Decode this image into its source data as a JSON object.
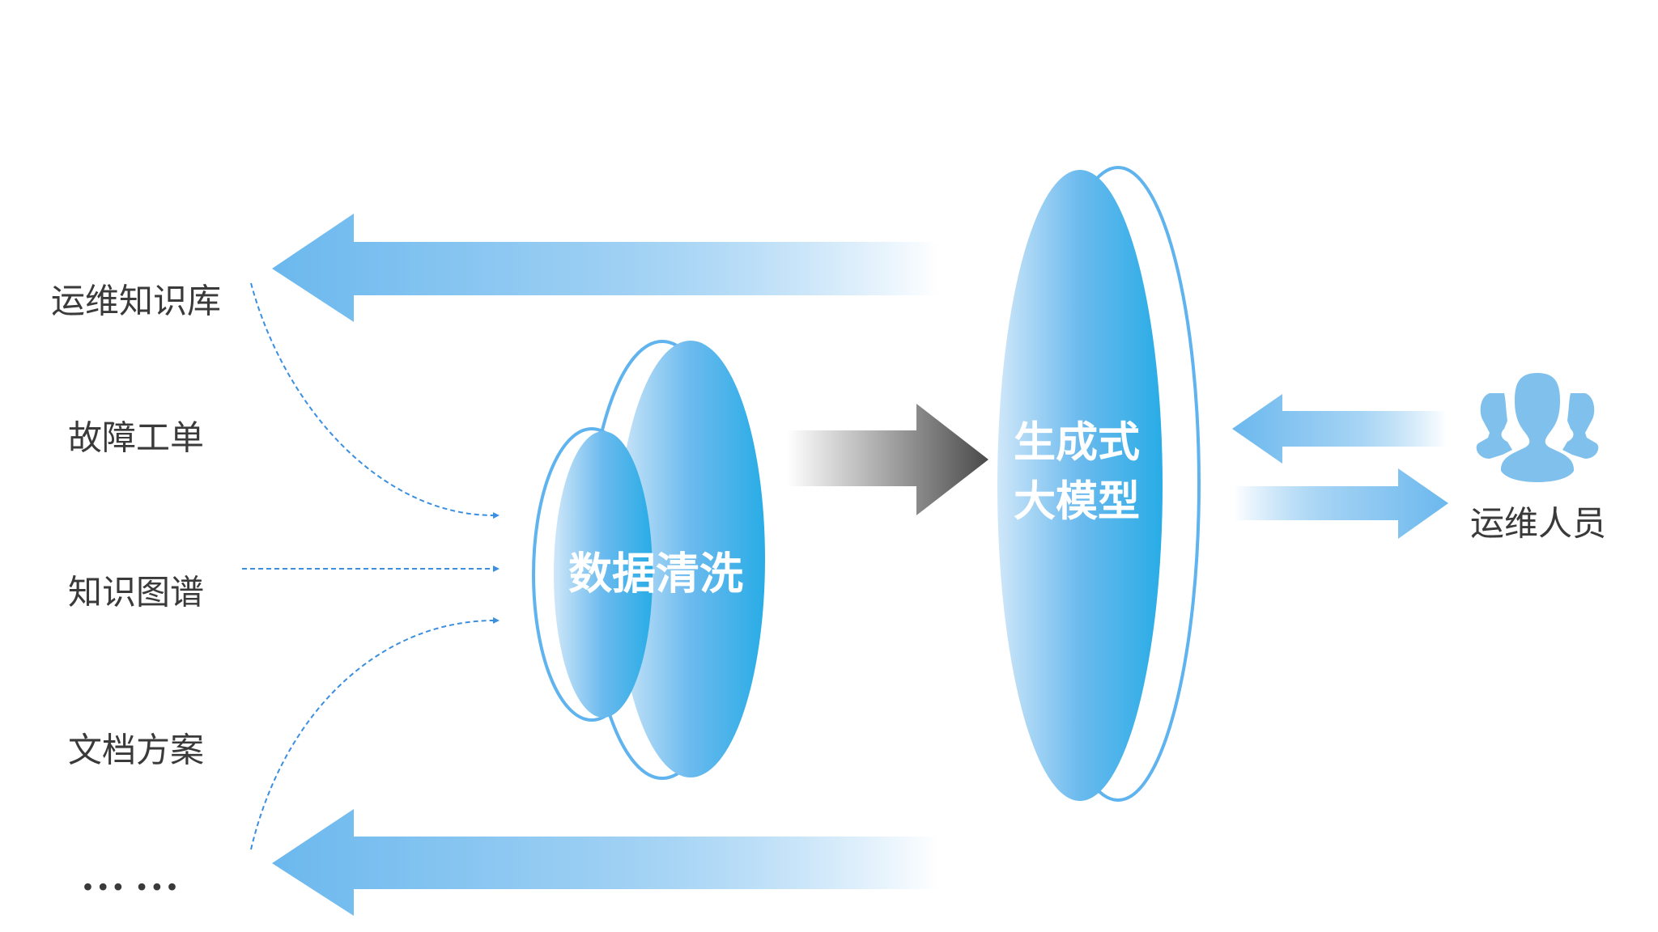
{
  "sources": [
    "运维知识库",
    "故障工单",
    "知识图谱",
    "文档方案",
    "••• •••"
  ],
  "cleaning": {
    "label": "数据清洗"
  },
  "model": {
    "line1": "生成式",
    "line2": "大模型"
  },
  "user": {
    "label": "运维人员",
    "icon": "people-icon"
  },
  "colors": {
    "arrow": "#6bb8ee",
    "ellipse_light": "#cfe7f9",
    "ellipse_dark": "#29ace6",
    "outline": "#5fb3ee",
    "dash": "#3a8fe0",
    "text": "#3a3a3a",
    "gray_arrow": "#555555"
  }
}
